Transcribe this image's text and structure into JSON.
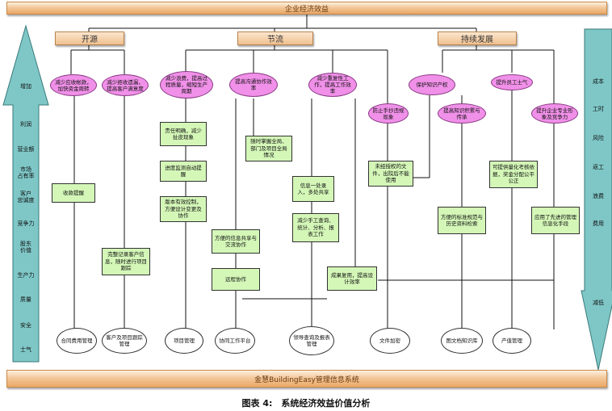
{
  "title": "企业经济效益",
  "footer": "金慧BuildingEasy管理信息系统",
  "caption": "图表 4:　系统经济效益价值分析",
  "categories": {
    "c1": "开源",
    "c2": "节流",
    "c3": "持续发展"
  },
  "left_arrow_labels": [
    "增加",
    "利润",
    "营业额",
    "市场\n占有率",
    "客户\n忠诚度",
    "竞争力",
    "股东\n价值",
    "生产力",
    "质量",
    "安全",
    "士气"
  ],
  "right_arrow_labels": [
    "成本",
    "工时",
    "风险",
    "返工",
    "浪费",
    "费用",
    "减低"
  ],
  "goals": {
    "g1": "减少应收帐款，加快资金周转",
    "g2": "减少拒收遗漏，提高客户满意度",
    "g3": "减少浪费，提高过程质量，缩短生产周期",
    "g4": "提高沟通协作效率",
    "g5": "减少重复性工作，提高工作效率",
    "g6": "保护知识产权",
    "g7": "防止手抄违规现象",
    "g8": "提高知识积累与传承",
    "g9": "提升员工士气",
    "g10": "提升企业专业形象及竞争力"
  },
  "tasks": {
    "t1": "收款提醒",
    "t2": "完整记录客户信息，随时进行项目跟踪",
    "t3": "责任明确，减少扯皮现象",
    "t4": "进度监测自动提醒",
    "t5": "版本有效控制，方便设计变更及协作",
    "t6": "随时掌握全局、部门及项目全局情况",
    "t7": "方便的信息共享与交流协作",
    "t8": "远程协作",
    "t9": "信息一处录入，多处共享",
    "t10": "减少手工查询、统计、分析、报表工作",
    "t11": "成果复用，提高设计效率",
    "t12": "未经授权的文件，出院后不能使用",
    "t13": "方便的标准规范与历史资料检索",
    "t14": "可提供量化考核依据，奖金分配公平公正",
    "t15": "应用了先进的管理信息化手段"
  },
  "modules": {
    "m1": "合同费用管理",
    "m2": "客户及项目跟踪管理",
    "m3": "项目管理",
    "m4": "协同工作平台",
    "m5": "领导查询及报表管理",
    "m6": "文件加密",
    "m7": "图文档知识库",
    "m8": "产值管理"
  },
  "colors": {
    "arrow_fill": "#7fc7c7",
    "banner": "#f3c89a",
    "goal_fill": "#f090e8",
    "task_fill": "#d4f7b8"
  }
}
